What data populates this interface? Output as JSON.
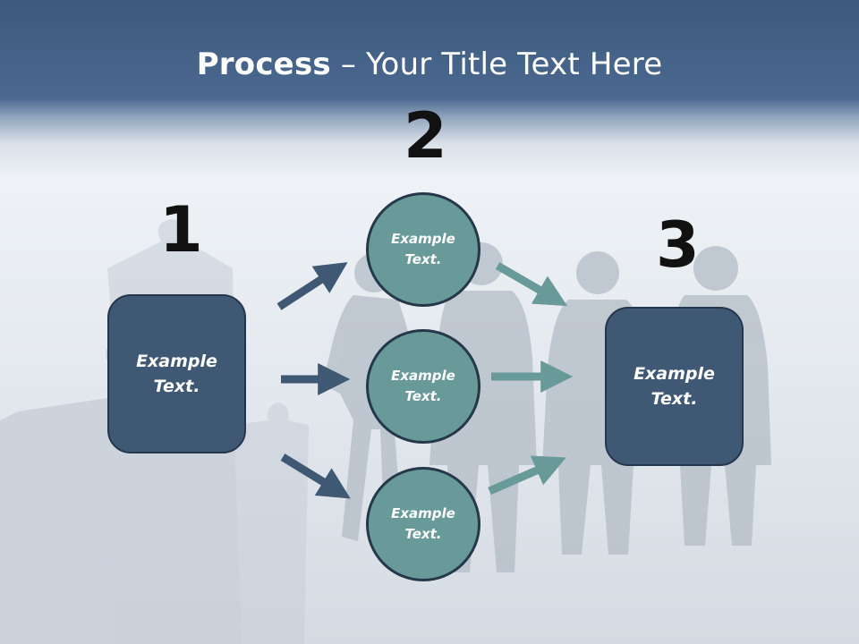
{
  "slide": {
    "title_bold": "Process",
    "title_rest": " – Your Title Text Here",
    "step_numbers": [
      "1",
      "2",
      "3"
    ],
    "left_box": {
      "line1": "Example",
      "line2": "Text."
    },
    "circles": [
      {
        "line1": "Example",
        "line2": "Text."
      },
      {
        "line1": "Example",
        "line2": "Text."
      },
      {
        "line1": "Example",
        "line2": "Text."
      }
    ],
    "right_box": {
      "line1": "Example",
      "line2": "Text."
    }
  },
  "colors": {
    "header": "#3e5a7c",
    "box_fill": "#3f5874",
    "circle_fill": "#679a98",
    "arrow_dark": "#3f5874",
    "arrow_teal": "#679a98"
  }
}
